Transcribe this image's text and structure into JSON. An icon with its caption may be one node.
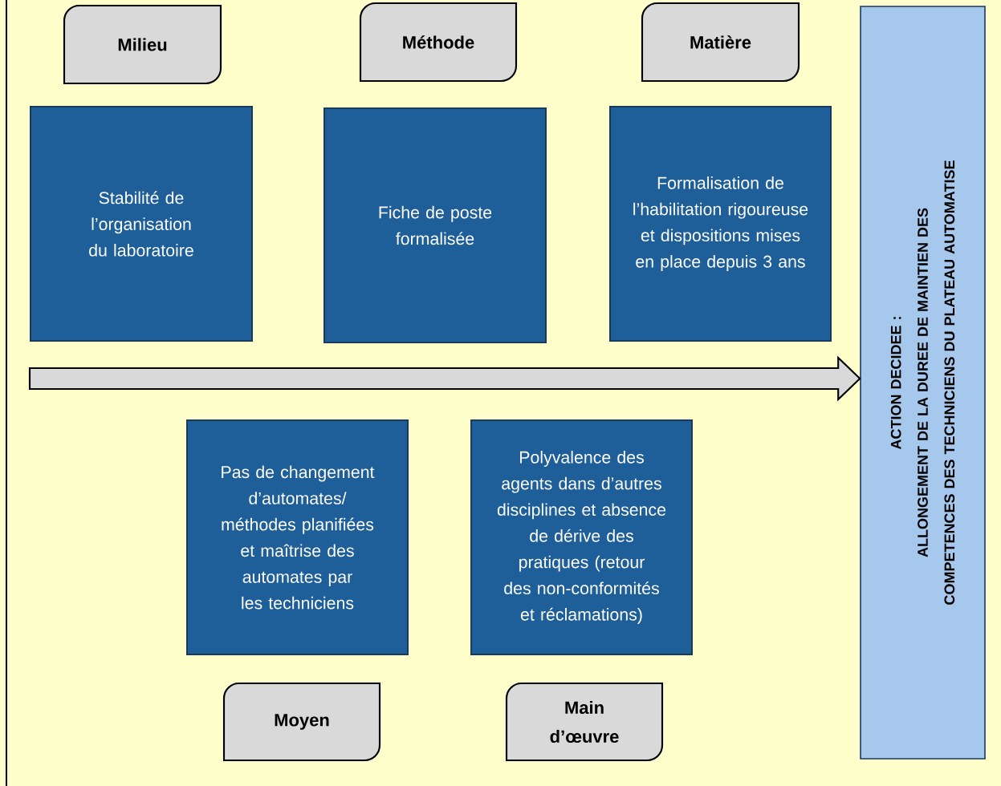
{
  "diagram": {
    "nodes": [
      {
        "text": [
          "Milieu"
        ]
      },
      {
        "text": [
          "Méthode"
        ]
      },
      {
        "text": [
          "Matière"
        ]
      },
      {
        "text": [
          "Stabilité de l’organisation du laboratoire"
        ]
      },
      {
        "text": [
          "Fiche de poste formalisée"
        ]
      },
      {
        "text": [
          "Formalisation de l’habilitation rigoureuse et dispositions mises en place depuis 3 ans"
        ]
      },
      {
        "text": [
          "Pas de changement d’automates/ méthodes planifiées et maîtrise des automates par les techniciens"
        ]
      },
      {
        "text": [
          "Polyvalence des agents dans d’autres disciplines et absence de dérive des pratiques (retour des non-conformités et réclamations)"
        ]
      },
      {
        "text": [
          "Moyen"
        ]
      },
      {
        "text": [
          "Main d’œuvre"
        ]
      },
      {
        "text": [
          "ACTION DECIDEE :",
          "ALLONGEMENT DE LA DUREE DE MAINTIEN DES COMPETENCES DES TECHNICIENS DU PLATEAU AUTOMATISE"
        ]
      }
    ],
    "edges": [
      {
        "from": null,
        "to": 10,
        "arrow": "to"
      }
    ]
  }
}
